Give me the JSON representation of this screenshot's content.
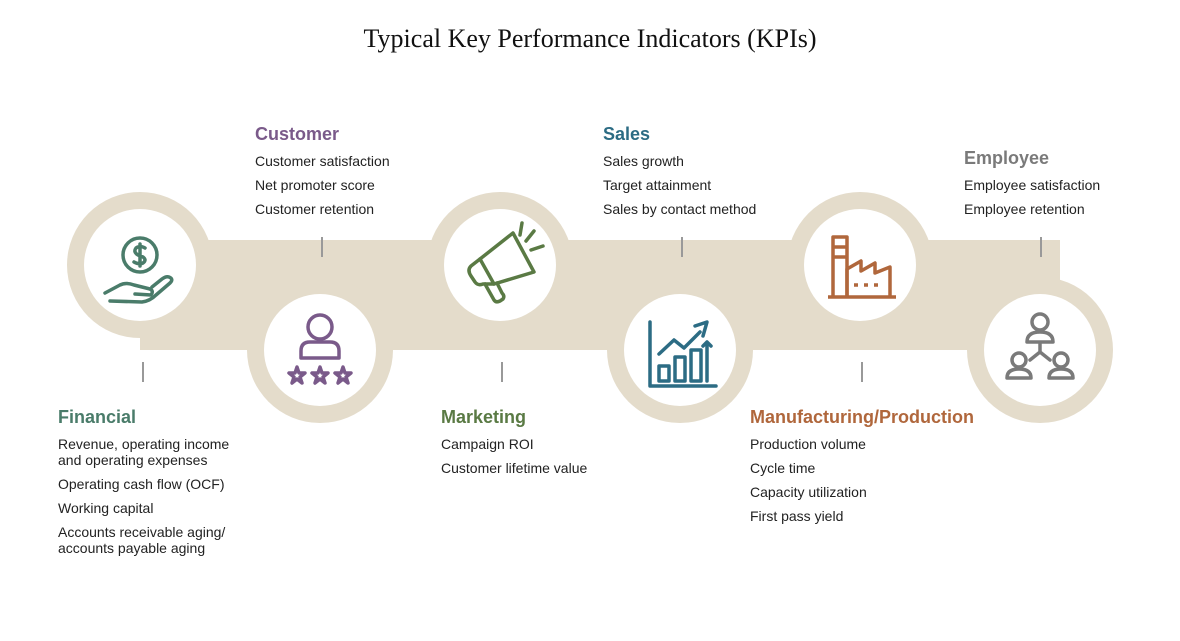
{
  "title": "Typical Key Performance Indicators (KPIs)",
  "colors": {
    "track": "#e4dccb",
    "financial": "#4a7c6a",
    "customer": "#7a5a8a",
    "marketing": "#5a7a44",
    "sales": "#2c6c84",
    "manufacturing": "#b0673c",
    "employee": "#7a7a7a"
  },
  "sections": {
    "financial": {
      "heading": "Financial",
      "icon": "money-hand-icon",
      "items": [
        "Revenue, operating income\nand operating expenses",
        "Operating cash flow (OCF)",
        "Working capital",
        "Accounts receivable aging/\naccounts payable aging"
      ]
    },
    "customer": {
      "heading": "Customer",
      "icon": "customer-rating-icon",
      "items": [
        "Customer satisfaction",
        "Net promoter score",
        "Customer retention"
      ]
    },
    "marketing": {
      "heading": "Marketing",
      "icon": "megaphone-icon",
      "items": [
        "Campaign ROI",
        "Customer lifetime value"
      ]
    },
    "sales": {
      "heading": "Sales",
      "icon": "growth-chart-icon",
      "items": [
        "Sales growth",
        "Target attainment",
        "Sales by contact method"
      ]
    },
    "manufacturing": {
      "heading": "Manufacturing/Production",
      "icon": "factory-icon",
      "items": [
        "Production volume",
        "Cycle time",
        "Capacity utilization",
        "First pass yield"
      ]
    },
    "employee": {
      "heading": "Employee",
      "icon": "team-hierarchy-icon",
      "items": [
        "Employee satisfaction",
        "Employee retention"
      ]
    }
  }
}
